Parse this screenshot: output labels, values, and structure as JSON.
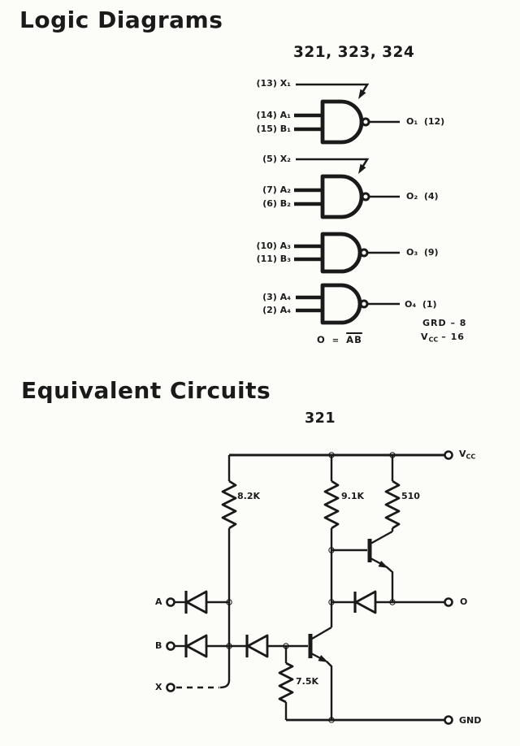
{
  "headings": {
    "logic_title": "Logic Diagrams",
    "logic_parts": "321, 323, 324",
    "equiv_title": "Equivalent Circuits",
    "equiv_part": "321"
  },
  "logic": {
    "gate1": {
      "expander": "(13) X₁",
      "in_a": "(14) A₁",
      "in_b": "(15) B₁",
      "out": "O₁  (12)"
    },
    "gate2": {
      "expander": "(5) X₂",
      "in_a": "(7) A₂",
      "in_b": "(6) B₂",
      "out": "O₂  (4)"
    },
    "gate3": {
      "in_a": "(10) A₃",
      "in_b": "(11) B₃",
      "out": "O₃  (9)"
    },
    "gate4": {
      "in_a": "(3) A₄",
      "in_b": "(2) A₄",
      "out": "O₄  (1)"
    },
    "equation": {
      "lhs": "O",
      "rel": "=",
      "rhs": "AB"
    },
    "notes": {
      "gnd": "GRD – 8",
      "vcc_v": "V",
      "vcc_sub": "CC",
      "vcc_rest": "– 16"
    }
  },
  "circuit": {
    "resistors": {
      "r1": "8.2K",
      "r2": "9.1K",
      "r3": "510",
      "r4": "7.5K"
    },
    "terminals": {
      "vcc_v": "V",
      "vcc_sub": "CC",
      "output": "O",
      "gnd": "GND",
      "in_a": "A",
      "in_b": "B",
      "in_x": "X"
    }
  },
  "colors": {
    "ink": "#1a1a1a",
    "paper": "#fcfcf9"
  }
}
